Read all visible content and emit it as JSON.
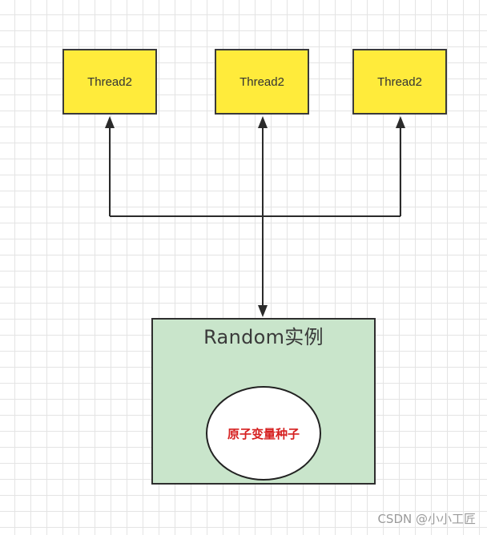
{
  "diagram": {
    "threads": [
      {
        "label": "Thread2"
      },
      {
        "label": "Thread2"
      },
      {
        "label": "Thread2"
      }
    ],
    "random_instance": {
      "title": "Random实例",
      "seed_label": "原子变量种子"
    },
    "colors": {
      "thread_fill": "#ffeb3b",
      "random_fill": "#c9e5cb",
      "seed_text": "#d62020",
      "connector": "#2b2b2b"
    }
  },
  "watermark": "CSDN @小小工匠"
}
